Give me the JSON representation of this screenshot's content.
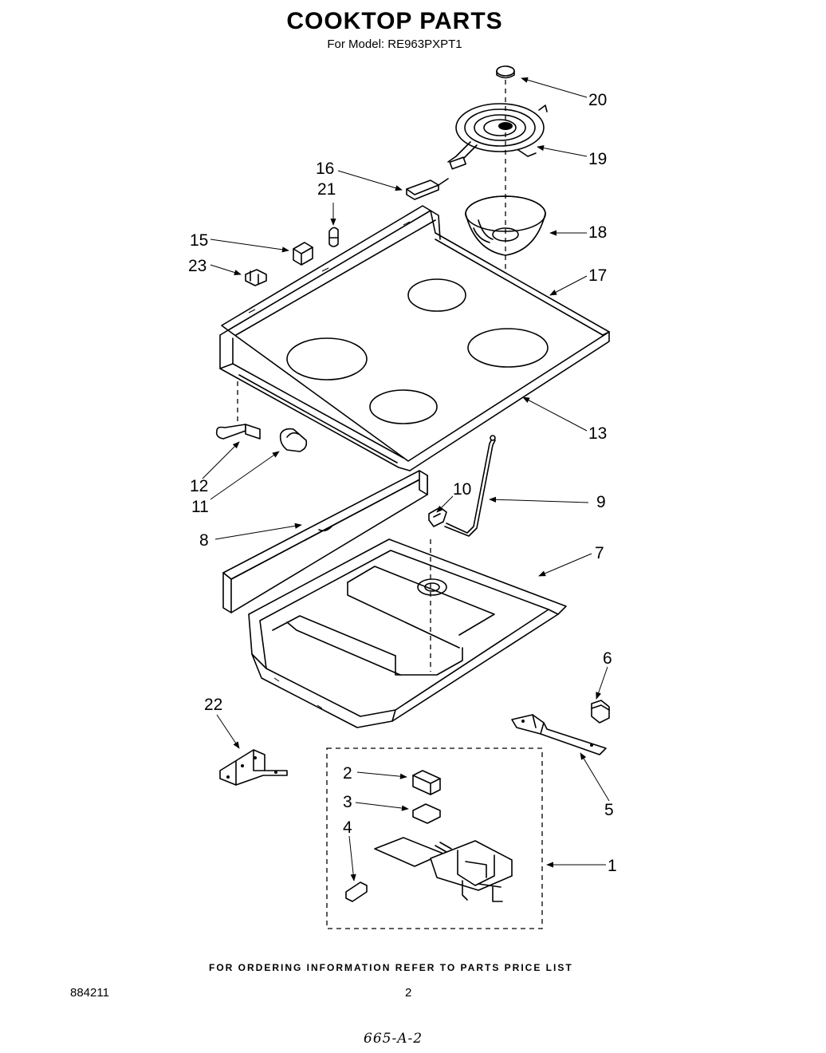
{
  "header": {
    "title": "COOKTOP PARTS",
    "subtitle": "For Model: RE963PXPT1"
  },
  "callouts": [
    {
      "id": "c20",
      "number": "20"
    },
    {
      "id": "c19",
      "number": "19"
    },
    {
      "id": "c16",
      "number": "16"
    },
    {
      "id": "c21",
      "number": "21"
    },
    {
      "id": "c18",
      "number": "18"
    },
    {
      "id": "c15",
      "number": "15"
    },
    {
      "id": "c23",
      "number": "23"
    },
    {
      "id": "c17",
      "number": "17"
    },
    {
      "id": "c13",
      "number": "13"
    },
    {
      "id": "c12",
      "number": "12"
    },
    {
      "id": "c11",
      "number": "11"
    },
    {
      "id": "c10",
      "number": "10"
    },
    {
      "id": "c9",
      "number": "9"
    },
    {
      "id": "c8",
      "number": "8"
    },
    {
      "id": "c7",
      "number": "7"
    },
    {
      "id": "c6",
      "number": "6"
    },
    {
      "id": "c22",
      "number": "22"
    },
    {
      "id": "c5",
      "number": "5"
    },
    {
      "id": "c2",
      "number": "2"
    },
    {
      "id": "c3",
      "number": "3"
    },
    {
      "id": "c4",
      "number": "4"
    },
    {
      "id": "c1",
      "number": "1"
    }
  ],
  "footer": {
    "note": "FOR ORDERING INFORMATION REFER TO PARTS PRICE LIST",
    "doc_number": "884211",
    "page_number": "2",
    "handwritten": "665-A-2"
  }
}
